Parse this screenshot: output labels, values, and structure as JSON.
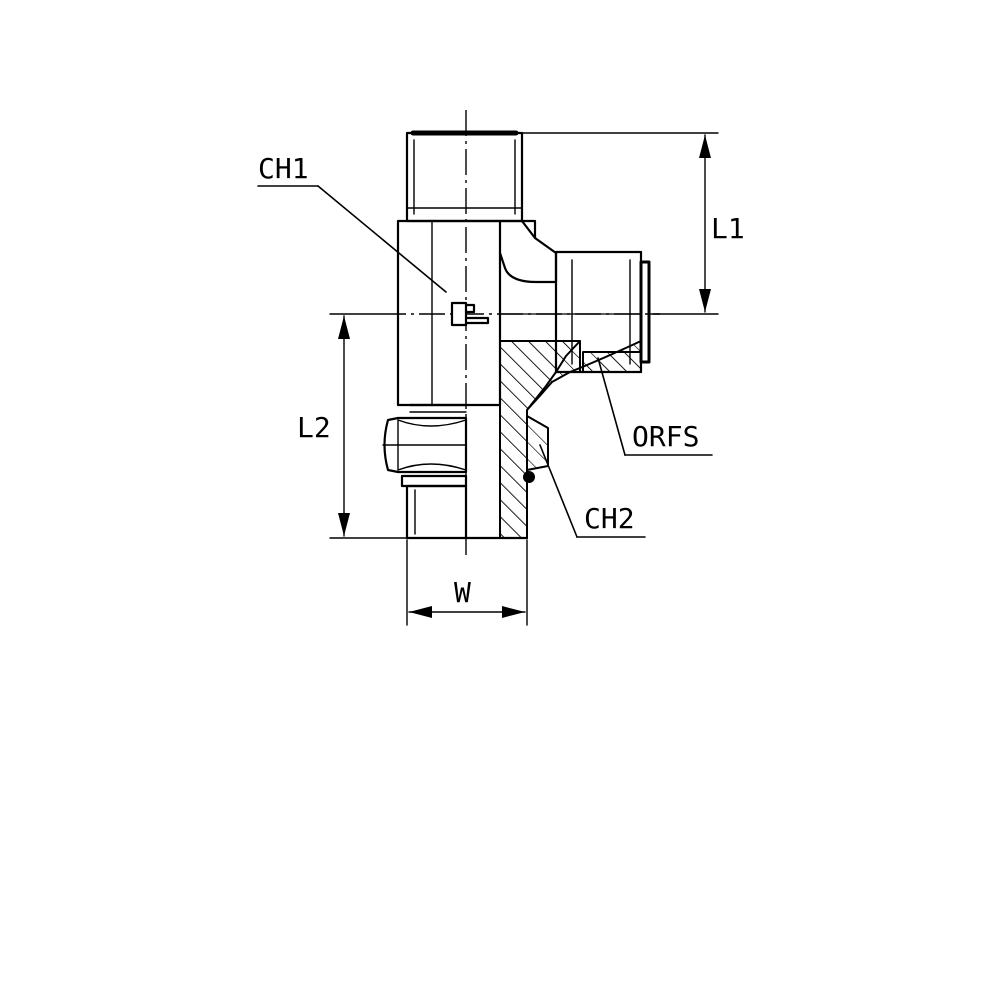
{
  "labels": {
    "ch1": "CH1",
    "ch2": "CH2",
    "orfs": "ORFS",
    "l1": "L1",
    "l2": "L2",
    "w": "W"
  },
  "colors": {
    "line": "#000000",
    "background": "#ffffff"
  }
}
